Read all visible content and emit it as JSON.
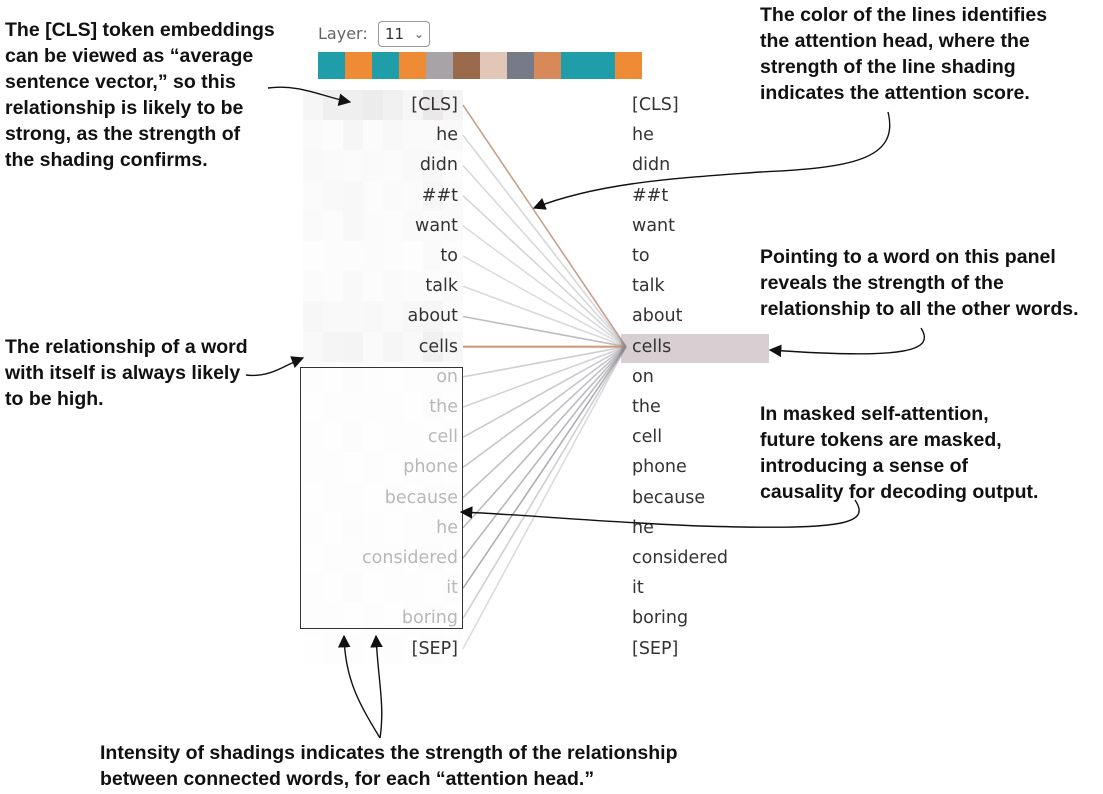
{
  "layer_selector": {
    "label": "Layer:",
    "value": "11"
  },
  "colors": {
    "teal": "#1f9ea9",
    "orange": "#ef8a35",
    "gray": "#a7a3a7",
    "brown": "#9a6a4c",
    "peach": "#e2c6b8",
    "slate": "#777b87",
    "tan": "#d8895a",
    "cls_line": "#b8876a",
    "self_line": "#c88a66",
    "highlight": "#d7cfd2"
  },
  "head_swatches": [
    "teal",
    "orange",
    "teal",
    "orange",
    "gray",
    "brown",
    "peach",
    "slate",
    "tan",
    "teal",
    "teal",
    "orange"
  ],
  "tokens": [
    "[CLS]",
    "he",
    "didn",
    "##t",
    "want",
    "to",
    "talk",
    "about",
    "cells",
    "on",
    "the",
    "cell",
    "phone",
    "because",
    "he",
    "considered",
    "it",
    "boring",
    "[SEP]"
  ],
  "selected_token_index": 8,
  "attention_from_selected": [
    0.85,
    0.25,
    0.22,
    0.28,
    0.2,
    0.18,
    0.22,
    0.55,
    0.95,
    0.35,
    0.3,
    0.4,
    0.45,
    0.5,
    0.55,
    0.6,
    0.72,
    0.35,
    0.2
  ],
  "left_shading": [
    0.9,
    0.35,
    0.3,
    0.3,
    0.25,
    0.2,
    0.25,
    0.4,
    0.5,
    0.1,
    0.1,
    0.1,
    0.1,
    0.1,
    0.1,
    0.1,
    0.1,
    0.1,
    0.1
  ],
  "callouts": {
    "cls": [
      "The [CLS] token embeddings",
      "can be viewed as “average",
      "sentence vector,” so this",
      "relationship is likely to be",
      "strong, as the strength of",
      "the shading confirms."
    ],
    "color": [
      "The color of the lines identifies",
      "the attention head, where the",
      "strength of the line shading",
      "indicates the attention score."
    ],
    "pointing": [
      "Pointing to a word on this panel",
      "reveals the strength of the",
      "relationship to all the other words."
    ],
    "self": [
      "The relationship of a word",
      "with itself is always likely",
      "to be high."
    ],
    "masked": [
      "In masked self-attention,",
      "future tokens are masked,",
      "introducing a sense of",
      "causality for decoding output."
    ],
    "intensity": [
      "Intensity of shadings indicates the strength of the relationship",
      "between connected words, for each “attention head.”"
    ]
  }
}
